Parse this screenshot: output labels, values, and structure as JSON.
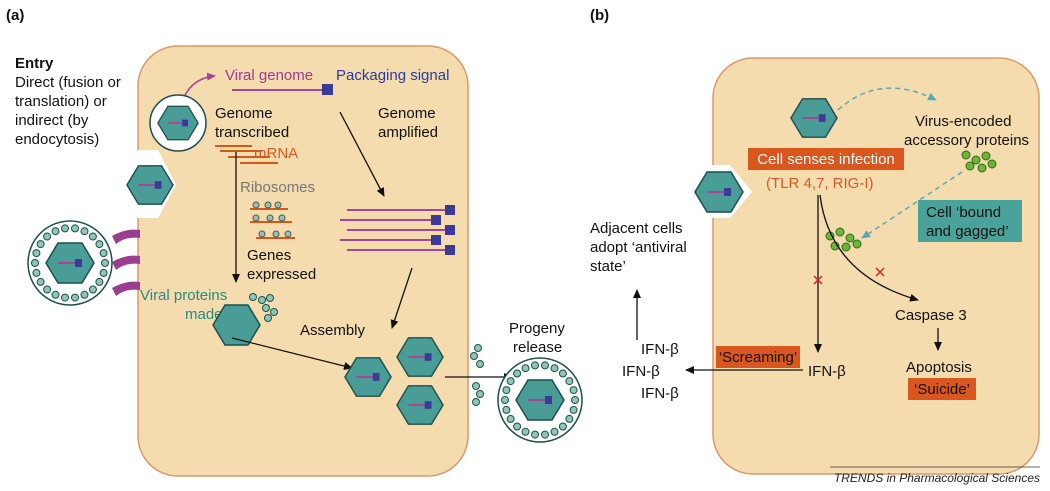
{
  "colors": {
    "cell_fill": "#f5dcaf",
    "cell_stroke": "#d9986b",
    "virus_fill": "#4a9c97",
    "virus_stroke": "#1c4f4c",
    "genome": "#a7449a",
    "packaging_square": "#3a3a98",
    "mrna": "#d4571e",
    "protein_bead": "#8fc7b6",
    "green_protein": "#6fb43a",
    "orange_label": "#d9561d",
    "teal_label": "#4aa39b",
    "inhibit_mark": "#d7281c",
    "dashed_arrow": "#5aa8b0"
  },
  "panel_a": {
    "label": "(a)",
    "entry_title": "Entry",
    "entry_text": [
      "Direct (fusion or",
      "translation) or",
      "indirect (by",
      "endocytosis)"
    ],
    "viral_genome": "Viral genome",
    "packaging_signal": "Packaging signal",
    "genome_transcribed": [
      "Genome",
      "transcribed"
    ],
    "mrna": "mRNA",
    "genome_amplified": [
      "Genome",
      "amplified"
    ],
    "ribosomes": "Ribosomes",
    "genes_expressed": [
      "Genes",
      "expressed"
    ],
    "viral_proteins_made": [
      "Viral proteins",
      "made"
    ],
    "assembly": "Assembly",
    "progeny_release": [
      "Progeny",
      "release"
    ]
  },
  "panel_b": {
    "label": "(b)",
    "virus_encoded": [
      "Virus-encoded",
      "accessory proteins"
    ],
    "cell_senses": "Cell senses infection",
    "tlr": "(TLR 4,7, RIG-I)",
    "bound_gagged": [
      "Cell ‘bound",
      "and gagged’"
    ],
    "adjacent_cells": [
      "Adjacent cells",
      "adopt ‘antiviral",
      "state’"
    ],
    "caspase": "Caspase 3",
    "apoptosis": "Apoptosis",
    "suicide": "‘Suicide’",
    "screaming": "‘Screaming’",
    "ifn_inside": "IFN-β",
    "ifn_1": "IFN-β",
    "ifn_2": "IFN-β",
    "ifn_3": "IFN-β"
  },
  "footer": "TRENDS in Pharmacological Sciences"
}
